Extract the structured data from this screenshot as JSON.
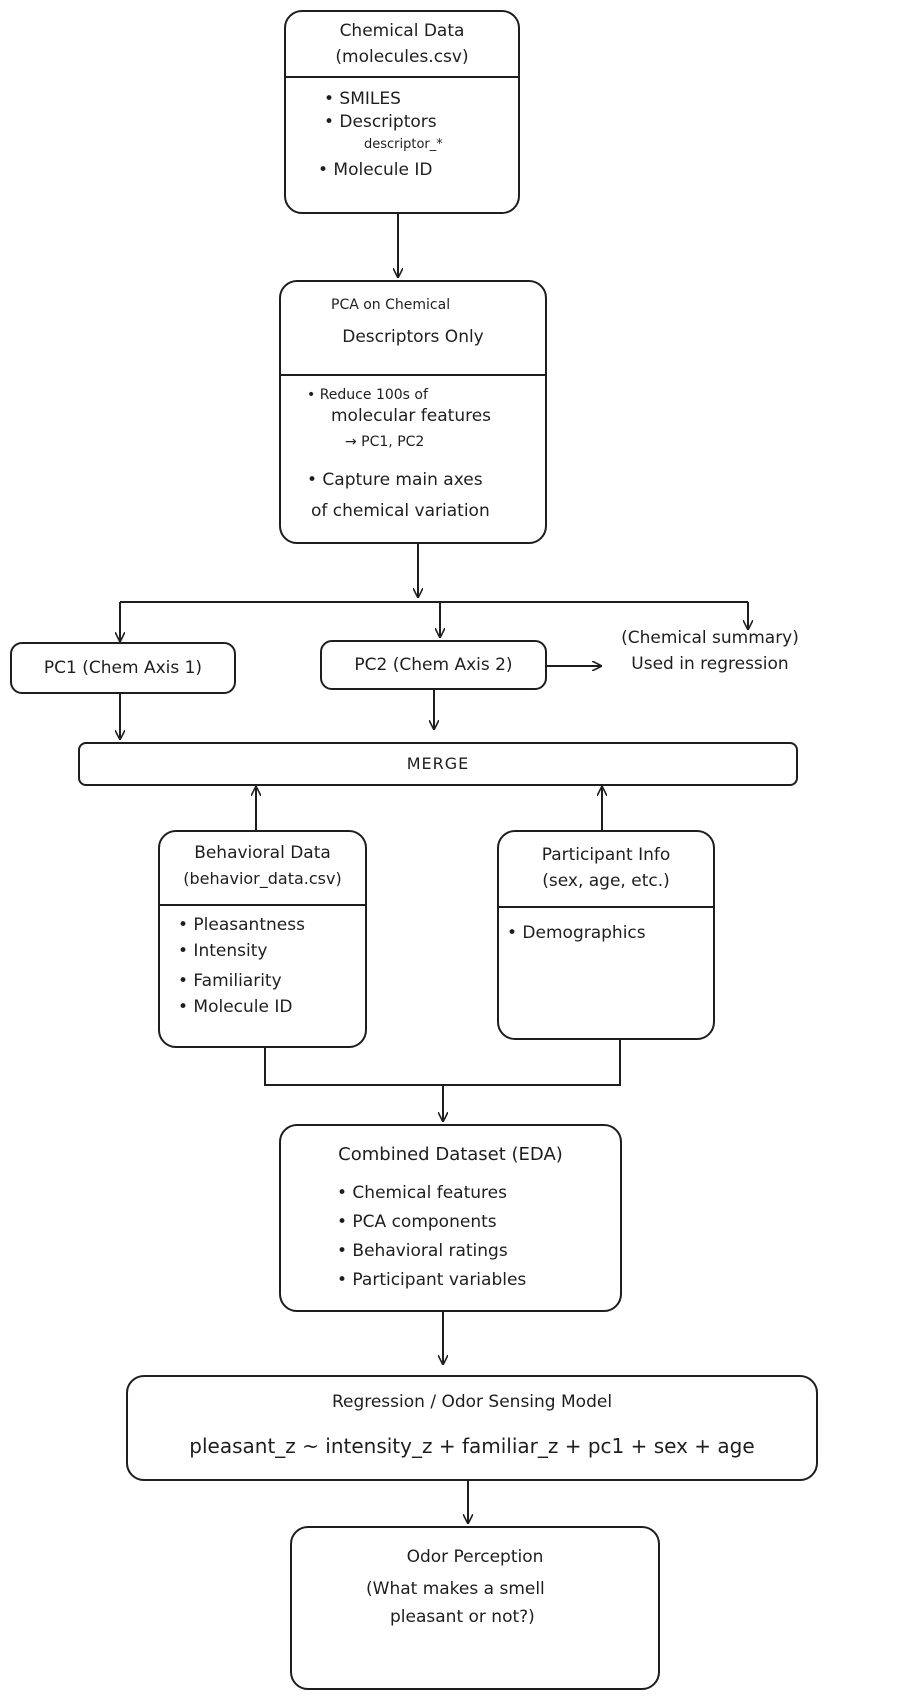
{
  "chem": {
    "title1": "Chemical Data",
    "title2": "(molecules.csv)",
    "b1": "• SMILES",
    "b2": "• Descriptors",
    "b2sub": "descriptor_*",
    "b3": "• Molecule ID"
  },
  "pca": {
    "title1": "PCA on Chemical",
    "title2": "Descriptors Only",
    "l1": "• Reduce 100s of",
    "l2": "molecular features",
    "l3": "→ PC1, PC2",
    "l4": "• Capture main axes",
    "l5": "of chemical variation"
  },
  "pc1": {
    "label": "PC1 (Chem Axis 1)"
  },
  "pc2": {
    "label": "PC2 (Chem Axis 2)"
  },
  "note": {
    "l1": "(Chemical summary)",
    "l2": "Used in regression"
  },
  "merge": {
    "label": "MERGE"
  },
  "behav": {
    "title1": "Behavioral Data",
    "title2": "(behavior_data.csv)",
    "b1": "• Pleasantness",
    "b2": "• Intensity",
    "b3": "• Familiarity",
    "b4": "• Molecule ID"
  },
  "part": {
    "title1": "Participant Info",
    "title2": "(sex, age, etc.)",
    "b1": "• Demographics"
  },
  "combined": {
    "title": "Combined Dataset (EDA)",
    "b1": "• Chemical features",
    "b2": "• PCA components",
    "b3": "• Behavioral ratings",
    "b4": "• Participant variables"
  },
  "regression": {
    "title": "Regression / Odor Sensing Model",
    "formula": "pleasant_z ~ intensity_z + familiar_z + pc1 + sex + age"
  },
  "odor": {
    "l1": "Odor Perception",
    "l2": "(What makes a smell",
    "l3": "pleasant or not?)"
  }
}
